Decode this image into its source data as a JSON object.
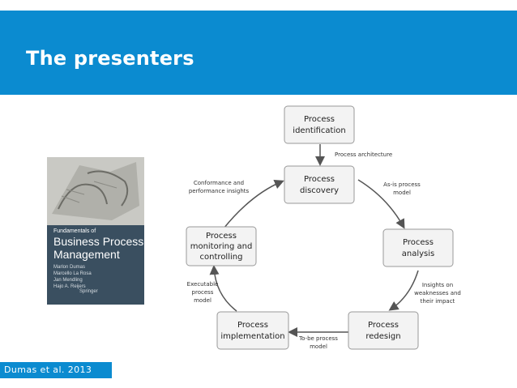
{
  "slide": {
    "title": "The presenters",
    "credit": "Dumas et al. 2013"
  },
  "book": {
    "series": "Fundamentals of",
    "title_line1": "Business Process",
    "title_line2": "Management",
    "authors": [
      "Marlon Dumas",
      "Marcello La Rosa",
      "Jan Mendling",
      "Hajo A. Reijers"
    ],
    "publisher": "Springer"
  },
  "diagram": {
    "nodes": {
      "identification": [
        "Process",
        "identification"
      ],
      "discovery": [
        "Process",
        "discovery"
      ],
      "analysis": [
        "Process",
        "analysis"
      ],
      "redesign": [
        "Process",
        "redesign"
      ],
      "implementation": [
        "Process",
        "implementation"
      ],
      "monitoring": [
        "Process",
        "monitoring and",
        "controlling"
      ]
    },
    "labels": {
      "architecture": [
        "Process architecture"
      ],
      "asis": [
        "As-is process",
        "model"
      ],
      "insights": [
        "Insights on",
        "weaknesses and",
        "their impact"
      ],
      "tobe": [
        "To-be process",
        "model"
      ],
      "executable": [
        "Executable",
        "process",
        "model"
      ],
      "conformance": [
        "Conformance and",
        "performance insights"
      ]
    }
  },
  "colors": {
    "accent": "#0b8bd0",
    "node_fill": "#f3f3f3",
    "node_stroke": "#999999",
    "arrow": "#555555"
  }
}
